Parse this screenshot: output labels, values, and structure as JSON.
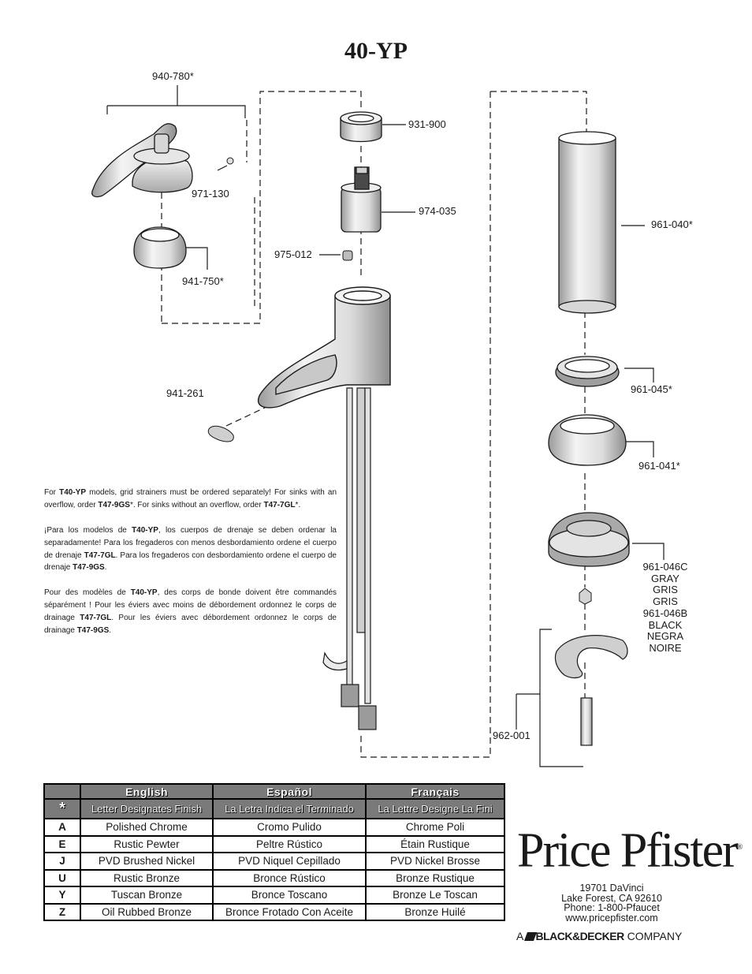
{
  "model_title": "40-YP",
  "parts": {
    "p940_780": "940-780*",
    "p971_130": "971-130",
    "p941_750": "941-750*",
    "p931_900": "931-900",
    "p974_035": "974-035",
    "p975_012": "975-012",
    "p941_261": "941-261",
    "p961_040": "961-040*",
    "p961_045": "961-045*",
    "p961_041": "961-041*",
    "p961_046": [
      "961-046C",
      "GRAY",
      "GRIS",
      "GRIS",
      "961-046B",
      "BLACK",
      "NEGRA",
      "NOIRE"
    ],
    "p962_001": "962-001"
  },
  "notes": {
    "en": [
      "For ",
      "T40-YP",
      " models, grid strainers must be ordered separately!  For sinks with an overflow, order ",
      "T47-9GS",
      "*.  For  sinks without an overflow, order ",
      "T47-7GL",
      "*."
    ],
    "es": [
      "¡Para los modelos de ",
      "T40-YP",
      ", los cuerpos de drenaje se deben ordenar la separadamente!  Para los fregaderos con menos desbordamiento ordene el cuerpo de drenaje ",
      "T47-7GL",
      ".  Para los fregaderos con desbordamiento ordene el cuerpo de drenaje ",
      "T47-9GS",
      "."
    ],
    "fr": [
      "Pour des modèles de ",
      "T40-YP",
      ", des corps de bonde doivent être commandés séparément !  Pour les éviers avec moins de débordement ordonnez le corps de drainage ",
      "T47-7GL",
      ". Pour les éviers avec débordement ordonnez le corps de drainage ",
      "T47-9GS",
      "."
    ]
  },
  "finish_table": {
    "headers": [
      "English",
      "Español",
      "Français"
    ],
    "legend_symbol": "*",
    "legend": [
      "Letter Designates Finish",
      "La Letra Indica el Terminado",
      "La Lettre Designe La Fini"
    ],
    "rows": [
      {
        "code": "A",
        "en": "Polished Chrome",
        "es": "Cromo Pulido",
        "fr": "Chrome Poli"
      },
      {
        "code": "E",
        "en": "Rustic Pewter",
        "es": "Peltre Rústico",
        "fr": "Étain Rustique"
      },
      {
        "code": "J",
        "en": "PVD Brushed Nickel",
        "es": "PVD Niquel Cepillado",
        "fr": "PVD Nickel Brosse"
      },
      {
        "code": "U",
        "en": "Rustic Bronze",
        "es": "Bronce Rústico",
        "fr": "Bronze Rustique"
      },
      {
        "code": "Y",
        "en": "Tuscan Bronze",
        "es": "Bronce Toscano",
        "fr": "Bronze Le Toscan"
      },
      {
        "code": "Z",
        "en": "Oil Rubbed Bronze",
        "es": "Bronce Frotado Con Aceite",
        "fr": "Bronze Huilé"
      }
    ]
  },
  "company": {
    "logo": "Price Pfister",
    "logo_mark": "®",
    "address": [
      "19701 DaVinci",
      "Lake Forest, CA 92610",
      "Phone: 1-800-Pfaucet",
      "www.pricepfister.com"
    ],
    "tagline_prefix": "A",
    "tagline_brand": "BLACK&DECKER",
    "tagline_suffix": "COMPANY"
  },
  "colors": {
    "ink": "#1a1a1a",
    "header_gray": "#7a7a7a",
    "part_fill": "#f2f2f2",
    "part_shade": "#bdbdbd"
  }
}
